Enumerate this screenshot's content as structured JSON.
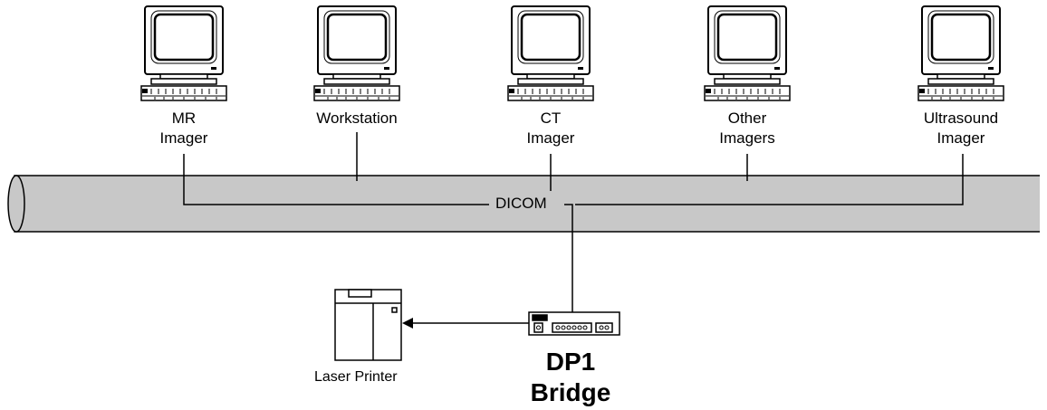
{
  "colors": {
    "pipe_fill": "#c8c8c8",
    "stroke": "#000000",
    "background": "#ffffff"
  },
  "network": {
    "label": "DICOM"
  },
  "devices": [
    {
      "id": "mr",
      "line1": "MR",
      "line2": "Imager",
      "icon": "computer-terminal-icon"
    },
    {
      "id": "workstation",
      "line1": "Workstation",
      "line2": "",
      "icon": "computer-terminal-icon"
    },
    {
      "id": "ct",
      "line1": "CT",
      "line2": "Imager",
      "icon": "computer-terminal-icon"
    },
    {
      "id": "other",
      "line1": "Other",
      "line2": "Imagers",
      "icon": "computer-terminal-icon"
    },
    {
      "id": "ultrasound",
      "line1": "Ultrasound",
      "line2": "Imager",
      "icon": "computer-terminal-icon"
    }
  ],
  "printer": {
    "label": "Laser Printer",
    "icon": "laser-printer-icon"
  },
  "bridge": {
    "line1": "DP1",
    "line2": "Bridge",
    "icon": "bridge-device-icon"
  }
}
